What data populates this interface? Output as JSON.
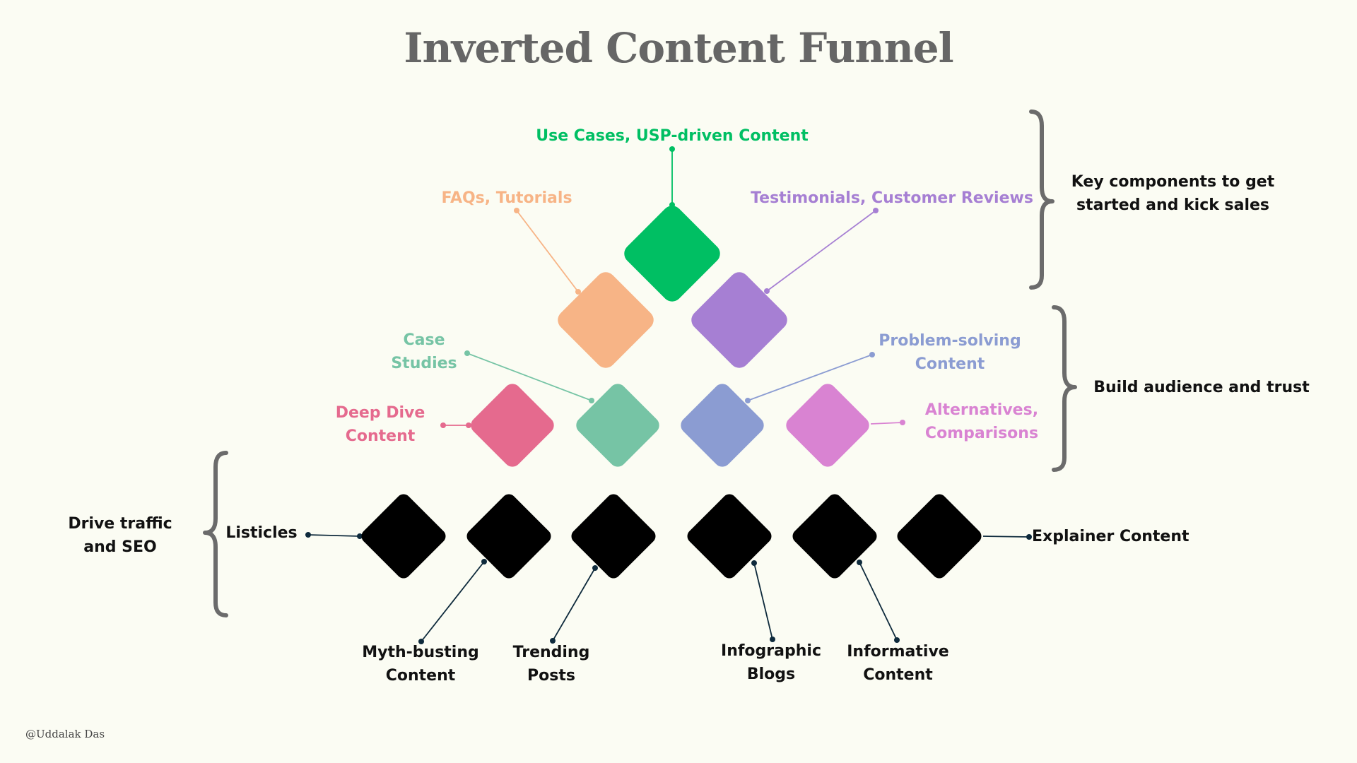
{
  "title": "Inverted Content Funnel",
  "author": "@Uddalak Das",
  "groups": {
    "top": "Key components to get\nstarted and kick sales",
    "middle": "Build audience and trust",
    "bottom": "Drive traffic\nand SEO"
  },
  "items": {
    "use_cases": "Use Cases, USP-driven Content",
    "faqs": "FAQs, Tutorials",
    "testimonials": "Testimonials, Customer Reviews",
    "case_studies": "Case\nStudies",
    "problem_solving": "Problem-solving\nContent",
    "deep_dive": "Deep Dive\nContent",
    "alternatives": "Alternatives,\nComparisons",
    "listicles": "Listicles",
    "explainer": "Explainer Content",
    "myth_busting": "Myth-busting\nContent",
    "trending": "Trending\nPosts",
    "infographic": "Infographic\nBlogs",
    "informative": "Informative\nContent"
  },
  "colors": {
    "background": "#fbfcf3",
    "title": "#666666",
    "use_cases": "#00bf63",
    "faqs": "#f7b486",
    "testimonials": "#a67fd3",
    "case_studies": "#76c4a5",
    "problem_solving": "#8b9cd2",
    "deep_dive": "#e56a8e",
    "alternatives": "#d983d2",
    "bottom_tier": "#000000",
    "brace": "#6b6b6b",
    "connector_dark": "#0e2a3c"
  }
}
